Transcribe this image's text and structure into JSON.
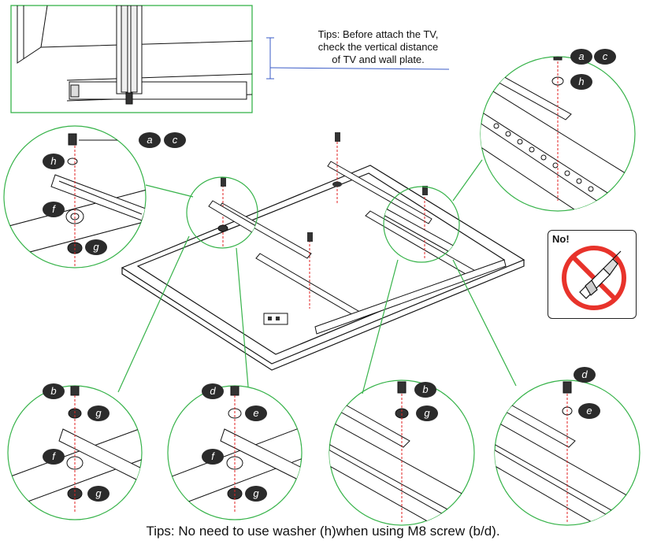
{
  "tips": {
    "top_line1": "Tips: Before attach the TV,",
    "top_line2": "check the vertical distance",
    "top_line3": "of TV and wall plate.",
    "bottom": "Tips: No need to use washer (h)when using M8 screw (b/d)."
  },
  "warning": {
    "label": "No!",
    "icon": "no-drill-icon"
  },
  "part_labels": {
    "a": "a",
    "b": "b",
    "c": "c",
    "d": "d",
    "e": "e",
    "f": "f",
    "g": "g",
    "h": "h"
  },
  "colors": {
    "callout": "#37b34a",
    "line": "#111111",
    "guide": "#e02020",
    "badge": "#2b2b2b",
    "no_sign": "#e8332b"
  }
}
